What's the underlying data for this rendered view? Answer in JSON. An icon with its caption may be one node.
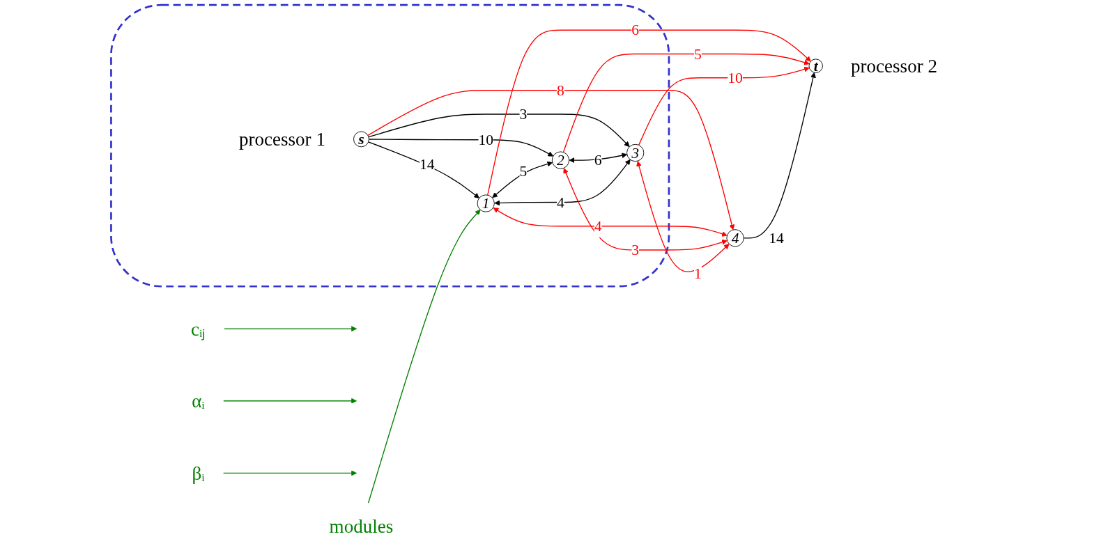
{
  "diagram": {
    "nodes": [
      {
        "text": [
          "modules"
        ]
      },
      {
        "text": [
          "cᵢⱼ"
        ]
      },
      {
        "text": [],
        "shape": "ellipse"
      },
      {
        "text": [
          "1"
        ],
        "in": 2
      },
      {
        "text": [
          "2"
        ],
        "in": 2
      },
      {
        "text": [
          "s"
        ],
        "in": 2,
        "beside": [
          "processor 1"
        ]
      },
      {
        "text": [
          "3"
        ],
        "in": 2
      },
      {
        "text": [
          "t"
        ],
        "beside": [
          "processor 2"
        ]
      },
      {
        "text": [
          "4"
        ]
      },
      {
        "text": [
          "αᵢ"
        ]
      },
      {
        "text": [
          "βᵢ"
        ]
      }
    ],
    "edges": [
      {
        "from": 5,
        "to": 3,
        "arrow": "to",
        "label": "14"
      },
      {
        "from": 5,
        "to": 4,
        "arrow": "to",
        "label": "10"
      },
      {
        "from": 5,
        "to": 6,
        "arrow": "to",
        "label": "3"
      },
      {
        "from": 5,
        "to": 8,
        "arrow": "to",
        "label": "8",
        "color": "#ff0000"
      },
      {
        "from": 3,
        "to": 4,
        "arrow": "both",
        "label": "5"
      },
      {
        "from": 4,
        "to": 6,
        "arrow": "both",
        "label": "6"
      },
      {
        "from": 3,
        "to": 6,
        "arrow": "both",
        "label": "4"
      },
      {
        "from": 3,
        "to": 8,
        "arrow": "both",
        "label": "4",
        "color": "#ff0000"
      },
      {
        "from": 4,
        "to": 8,
        "arrow": "both",
        "label": "3",
        "color": "#ff0000"
      },
      {
        "from": 6,
        "to": 8,
        "arrow": "both",
        "label": "1",
        "color": "#ff0000"
      },
      {
        "from": 3,
        "to": 7,
        "arrow": "to",
        "label": "6",
        "color": "#ff0000"
      },
      {
        "from": 4,
        "to": 7,
        "arrow": "to",
        "label": "5",
        "color": "#ff0000"
      },
      {
        "from": 6,
        "to": 7,
        "arrow": "to",
        "label": "10",
        "color": "#ff0000"
      },
      {
        "from": 8,
        "to": 7,
        "arrow": "to",
        "label": "14"
      },
      {
        "from": 0,
        "to": 3,
        "arrow": "to",
        "color": "#008000"
      },
      {
        "from": 1,
        "to": null,
        "arrow": "to",
        "color": "#008000"
      },
      {
        "from": 9,
        "to": null,
        "arrow": "to",
        "color": "#008000"
      },
      {
        "from": 10,
        "to": null,
        "arrow": "to",
        "color": "#008000"
      }
    ]
  }
}
